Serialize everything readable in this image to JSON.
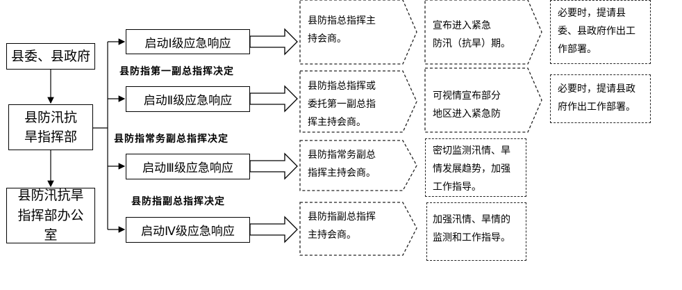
{
  "left": {
    "top": "县委、县政府",
    "middle": "县防汛抗旱指挥部",
    "bottom": "县防汛抗旱指挥部办公室"
  },
  "levels": [
    "启动Ⅰ级应急响应",
    "启动Ⅱ级应急响应",
    "启动Ⅲ级应急响应",
    "启动Ⅳ级应急响应"
  ],
  "decisions": [
    "县防指第一副总指挥决定",
    "县防指常务副总指挥决定",
    "县防指副总指挥决定"
  ],
  "consult": [
    [
      "县防指总指挥主",
      "持会商。"
    ],
    [
      "县防指总指挥或",
      "委托第一副总指",
      "挥主持会商。"
    ],
    [
      "县防指常务副总",
      "指挥主持会商。"
    ],
    [
      "县防指副总指挥",
      "主持会商。"
    ]
  ],
  "actions": [
    [
      "宣布进入紧急",
      "防汛（抗旱）期。"
    ],
    [
      "可视情宣布部分",
      "地区进入紧急防"
    ],
    [
      "密切监测汛情、旱",
      "情发展趋势，加强",
      "工作指导。"
    ],
    [
      "加强汛情、旱情的",
      "监测和工作指导。"
    ]
  ],
  "notes": [
    [
      "必要时，提请县",
      "委、县政府作出工",
      "作部署。"
    ],
    [
      "必要时，提请县政",
      "府作出工作部署。"
    ]
  ]
}
